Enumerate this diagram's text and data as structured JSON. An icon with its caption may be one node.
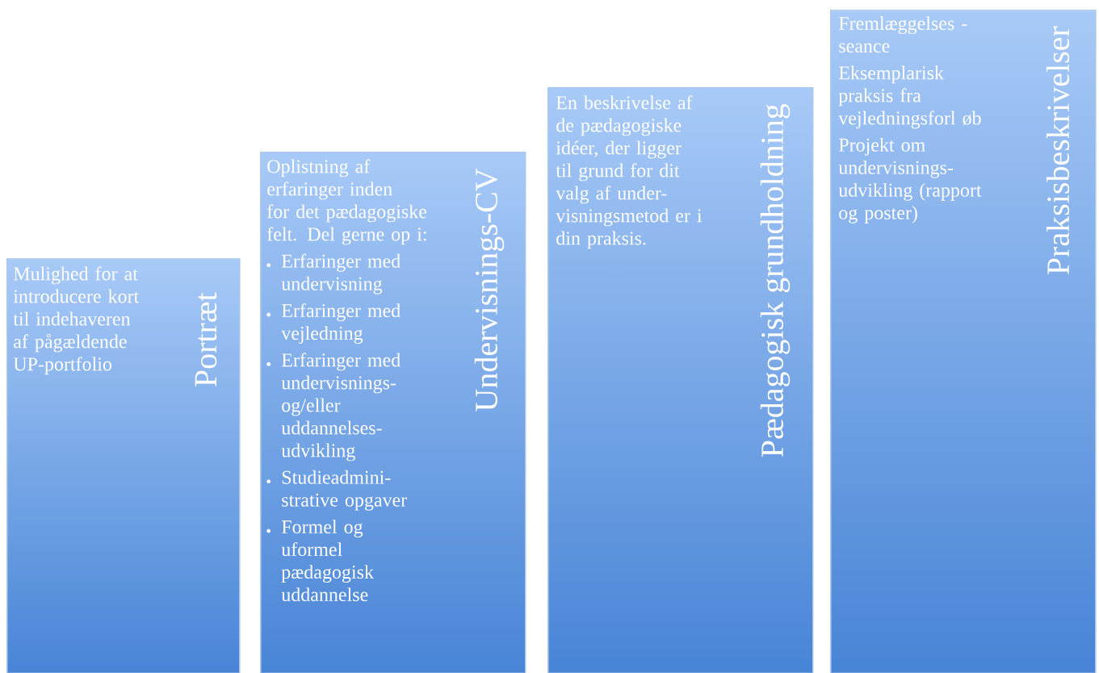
{
  "diagram": {
    "nodes": [
      {
        "text": [
          "Mulighed for at introducere kort til indehaveren af pågældende UP-portfolio",
          "Portræt"
        ]
      },
      {
        "text": [
          "Oplistning af erfaringer inden for det pædagogiske felt. Del gerne op i:",
          "Erfaringer med undervisning",
          "Erfaringer med vejledning",
          "Erfaringer med undervisnings- og/eller uddannelses- udvikling",
          "Studieadmini- strative opgaver",
          "Formel og uformel pædagogisk uddannelse",
          "Undervisnings-CV"
        ]
      },
      {
        "text": [
          "En beskrivelse af de pædagogiske idéer, der ligger til grund for dit valg af under- visningsmetod er i din praksis.",
          "Pædagogisk grundholdning"
        ]
      },
      {
        "text": [
          "Fremlæggelses -seance",
          "Eksemplarisk praksis fra vejledningsforl øb",
          "Projekt om undervisnings- udvikling (rapport og poster)",
          "Praksisbeskrivelser"
        ]
      }
    ]
  }
}
